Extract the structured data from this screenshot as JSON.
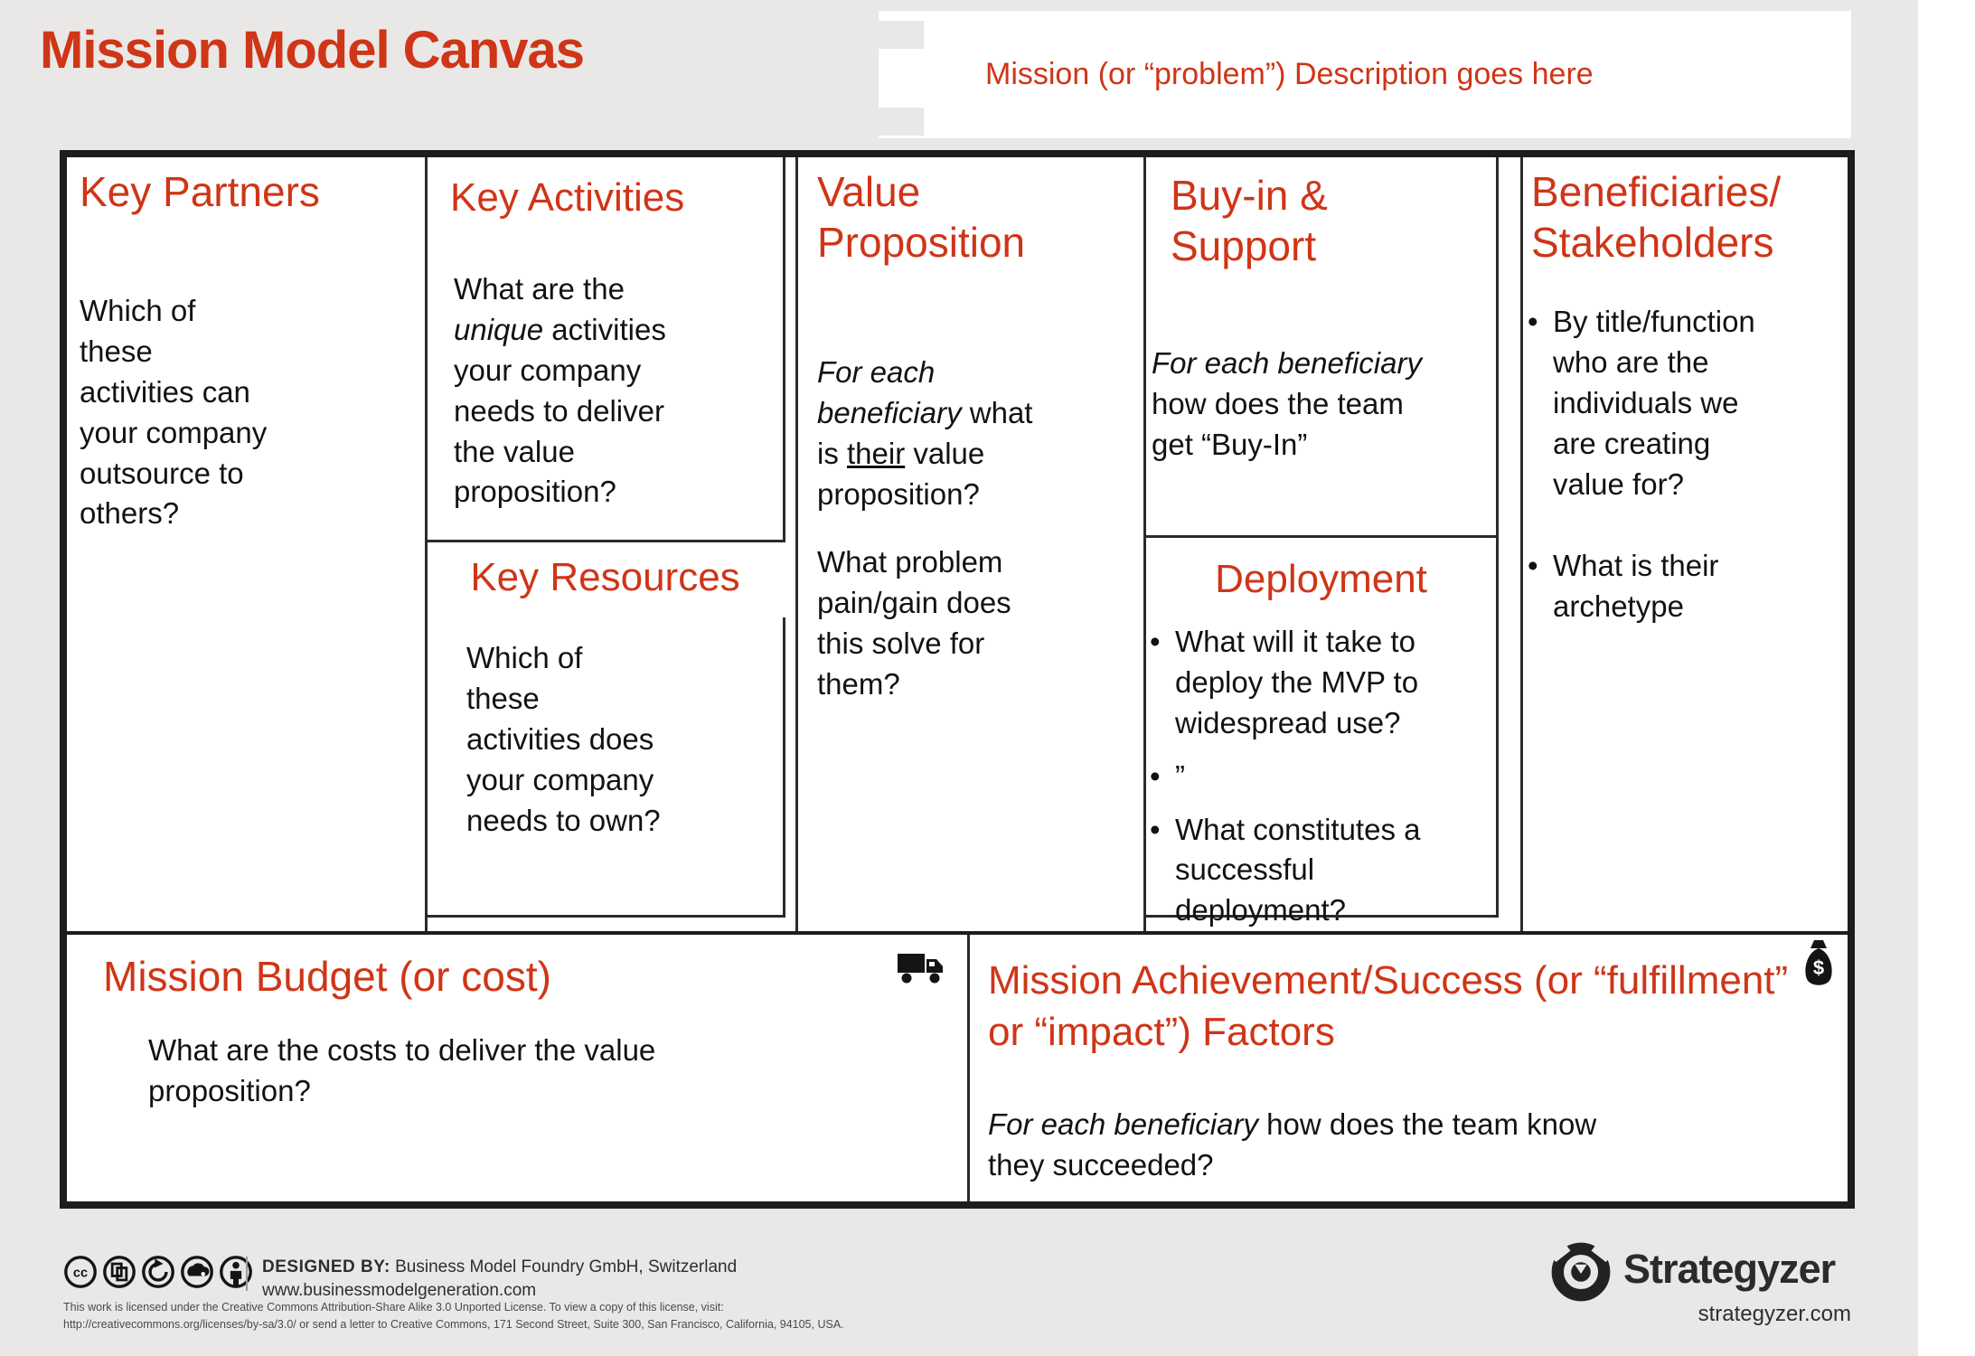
{
  "header": {
    "title": "Mission Model Canvas",
    "description_placeholder": "Mission (or “problem”) Description goes here"
  },
  "sections": {
    "key_partners": {
      "title": "Key Partners",
      "body": "Which of\nthese\nactivities can\nyour company\noutsource to\nothers?"
    },
    "key_activities": {
      "title": "Key Activities",
      "body_lead": "What are the\n",
      "body_italic": "unique",
      "body_rest": " activities\nyour company\nneeds to deliver\nthe value\nproposition?"
    },
    "key_resources": {
      "title": "Key Resources",
      "body": "Which of\nthese\nactivities does\nyour company\nneeds to own?"
    },
    "value_proposition": {
      "title": "Value Proposition",
      "p1_italic": "For each\nbeneficiary",
      "p1_mid": " what\nis ",
      "p1_underline": "their",
      "p1_rest": " value\nproposition?",
      "p2": "What problem\npain/gain does\nthis solve for\nthem?"
    },
    "buy_in_support": {
      "title": "Buy-in & Support",
      "p1_italic": "For each beneficiary",
      "p1_rest": "\nhow does the team\nget “Buy-In”"
    },
    "deployment": {
      "title": "Deployment",
      "bullets": [
        "What will it take to\ndeploy the MVP to\nwidespread use?",
        "”",
        "What constitutes a\nsuccessful\ndeployment?"
      ]
    },
    "beneficiaries": {
      "title_line1": "Beneficiaries/",
      "title_line2": "Stakeholders",
      "bullets": [
        "By title/function\nwho are the\nindividuals we\nare creating\nvalue for?",
        "What is their\narchetype"
      ]
    },
    "mission_budget": {
      "title": "Mission Budget (or cost)",
      "body": "What are the costs to deliver the value\nproposition?"
    },
    "mission_achievement": {
      "title": "Mission Achievement/Success (or “fulfillment” or “impact”) Factors",
      "p_italic": "For each beneficiary",
      "p_rest": " how does the team know\nthey succeeded?"
    }
  },
  "footer": {
    "designed_by_label": "DESIGNED BY:",
    "designed_by_value": " Business Model Foundry GmbH, Switzerland",
    "website": "www.businessmodelgeneration.com",
    "license_line1": "This work is licensed under the Creative Commons Attribution-Share Alike 3.0 Unported License. To view a copy of this license, visit:",
    "license_line2": "http://creativecommons.org/licenses/by-sa/3.0/ or send a letter to Creative Commons, 171 Second Street, Suite 300, San Francisco, California, 94105, USA.",
    "brand": "Strategyzer",
    "brand_url": "strategyzer.com"
  },
  "icons": [
    "cc-icon",
    "sampling-icon",
    "share-alike-icon",
    "remix-icon",
    "attribution-icon",
    "truck-icon",
    "money-bag-icon",
    "strategyzer-logo"
  ],
  "colors": {
    "accent_red": "#cf3517",
    "background_gray": "#e9e8e6",
    "text_black": "#121212",
    "border_black": "#1d1d1d"
  }
}
